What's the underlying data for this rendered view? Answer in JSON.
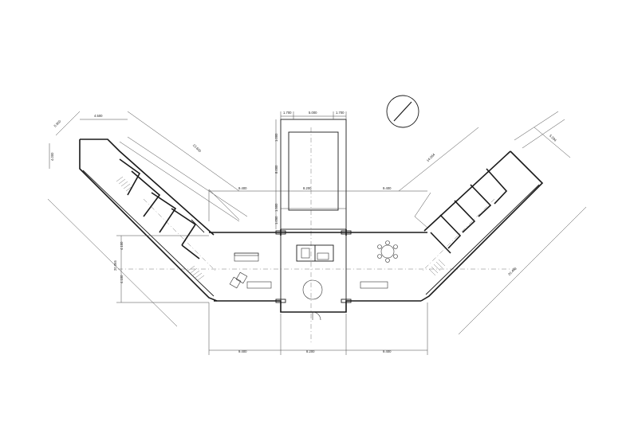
{
  "dimensions": {
    "top_core_left": "1.700",
    "top_core_mid": "5.000",
    "top_core_right": "1.700",
    "left_wing_a": "5.900",
    "left_wing_b": "4.500",
    "left_wing_c": "4.000",
    "left_wing_long": "13.600",
    "left_wing_span": "9.400",
    "core_top_span": "8.200",
    "right_wing_span": "9.400",
    "right_wing_long": "14.064",
    "right_wing_a": "5.394",
    "core_side_a": "1.000",
    "core_side_b": "8.000",
    "core_side_c": "1.500",
    "core_side_d": "1.050",
    "left_total": "20.065",
    "left_inner_a": "4.100",
    "left_inner_b": "4.100",
    "right_total": "20.440",
    "bottom_left": "9.400",
    "bottom_mid": "8.200",
    "bottom_right": "9.400"
  }
}
